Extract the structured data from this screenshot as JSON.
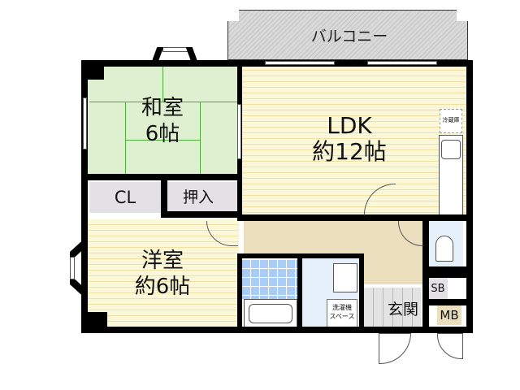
{
  "floorplan": {
    "balcony": {
      "label": "バルコニー"
    },
    "rooms": [
      {
        "id": "washitsu",
        "name": "和室",
        "size": "6帖",
        "floor": "tatami",
        "color": "#dff0d0"
      },
      {
        "id": "ldk",
        "name": "LDK",
        "size": "約12帖",
        "floor": "flooring",
        "color": "#fbf8da"
      },
      {
        "id": "yoshitsu",
        "name": "洋室",
        "size": "約6帖",
        "floor": "flooring",
        "color": "#fbf8da"
      },
      {
        "id": "cl",
        "name": "CL"
      },
      {
        "id": "oshiire",
        "name": "押入"
      },
      {
        "id": "genkan",
        "name": "玄関"
      },
      {
        "id": "sb",
        "name": "SB"
      },
      {
        "id": "mb",
        "name": "MB"
      }
    ],
    "fixtures": {
      "fridge": "冷蔵庫",
      "washer_line1": "洗濯機",
      "washer_line2": "スペース"
    },
    "colors": {
      "wall": "#000000",
      "tatami": "#dff0d0",
      "tatami_line": "#4caf3a",
      "flooring": "#fbf8da",
      "flooring_line": "#f3dfa4",
      "hall": "#ecdfbe",
      "bath_tile": "#a9cdf4",
      "closet": "#e4e1e6"
    }
  }
}
